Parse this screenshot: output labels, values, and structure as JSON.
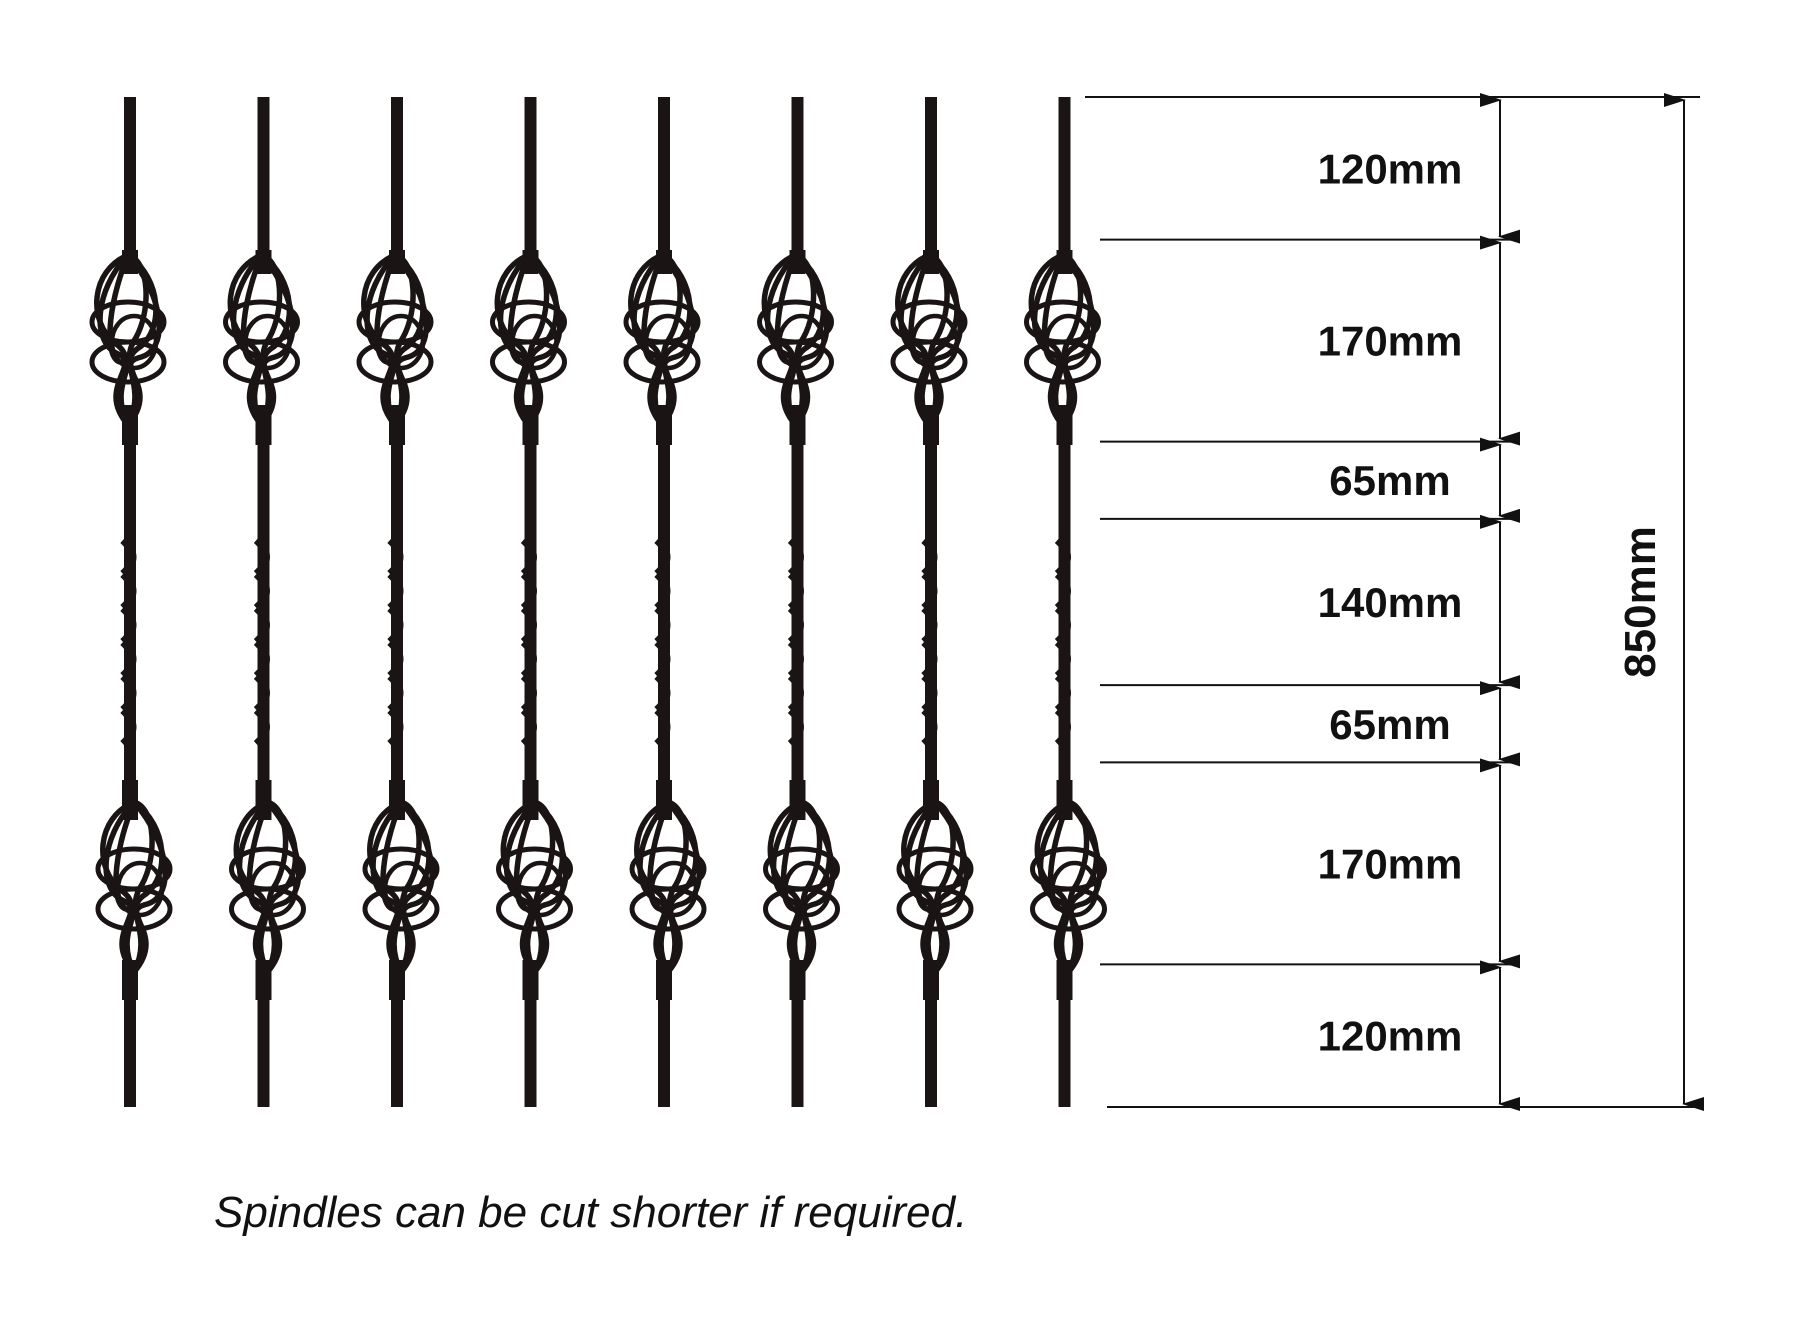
{
  "spindle_count": 8,
  "colors": {
    "background": "#ffffff",
    "spindle": "#1a1414",
    "dimension_line": "#111111",
    "text": "#111111"
  },
  "dimensions": {
    "segments": [
      {
        "label": "120mm",
        "value_mm": 120
      },
      {
        "label": "170mm",
        "value_mm": 170
      },
      {
        "label": "65mm",
        "value_mm": 65
      },
      {
        "label": "140mm",
        "value_mm": 140
      },
      {
        "label": "65mm",
        "value_mm": 65
      },
      {
        "label": "170mm",
        "value_mm": 170
      },
      {
        "label": "120mm",
        "value_mm": 120
      }
    ],
    "total": {
      "label": "850mm",
      "value_mm": 850
    }
  },
  "caption": "Spindles can be cut shorter if required."
}
